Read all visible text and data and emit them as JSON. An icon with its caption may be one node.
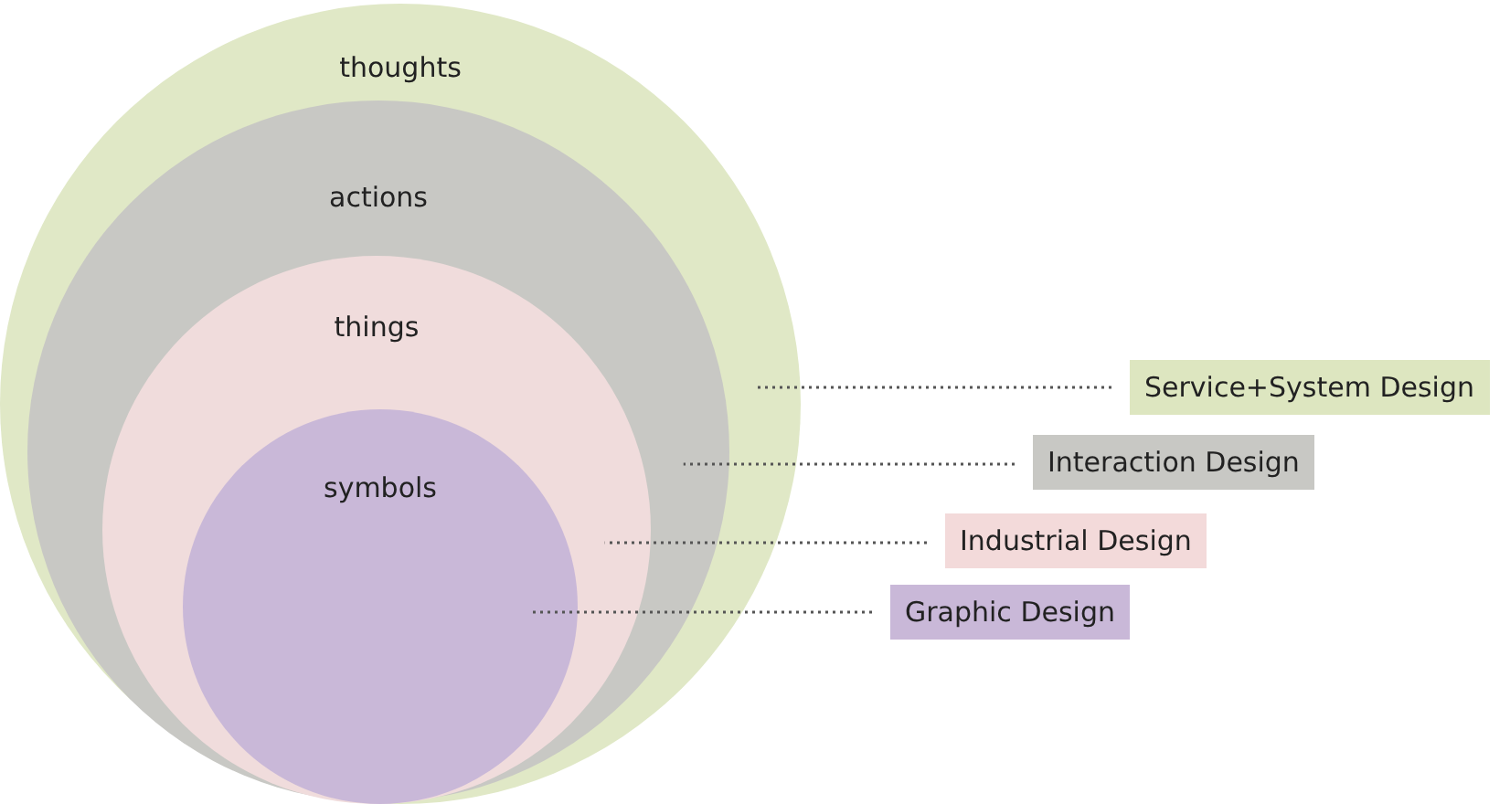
{
  "diagram": {
    "nodes": [
      {
        "text": [
          "thoughts"
        ]
      },
      {
        "text": [
          "actions"
        ],
        "in": 0
      },
      {
        "text": [
          "things"
        ],
        "in": 1
      },
      {
        "text": [
          "symbols"
        ],
        "in": 2
      },
      {
        "text": [
          "Service+System Design"
        ]
      },
      {
        "text": [
          "Interaction Design"
        ]
      },
      {
        "text": [
          "Industrial Design"
        ]
      },
      {
        "text": [
          "Graphic Design"
        ]
      }
    ],
    "edges": [
      {
        "from": 4,
        "to": 0,
        "arrow": "none"
      },
      {
        "from": 5,
        "to": 1,
        "arrow": "none"
      },
      {
        "from": 6,
        "to": 2,
        "arrow": "none"
      },
      {
        "from": 7,
        "to": 3,
        "arrow": "none"
      }
    ]
  }
}
